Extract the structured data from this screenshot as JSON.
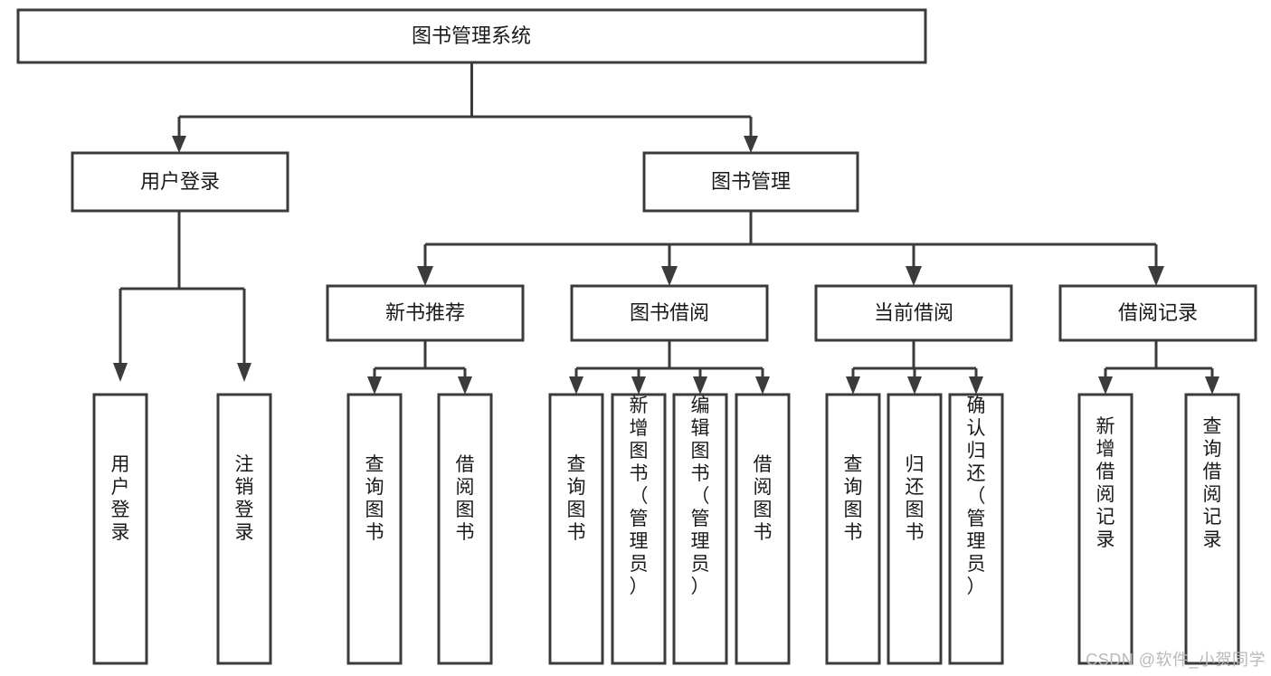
{
  "diagram": {
    "type": "tree-hierarchy",
    "title": "图书管理系统",
    "orientation": "top-down",
    "colors": {
      "box_stroke": "#3b3b3b",
      "box_fill": "#ffffff",
      "line": "#3b3b3b",
      "text": "#1a1a1a",
      "watermark": "#b9b9b9",
      "background": "#ffffff"
    },
    "root": {
      "id": "root",
      "label": "图书管理系统",
      "orientation": "horizontal"
    },
    "level2": [
      {
        "id": "user-login",
        "label": "用户登录",
        "orientation": "horizontal"
      },
      {
        "id": "book-manage",
        "label": "图书管理",
        "orientation": "horizontal"
      }
    ],
    "level3": [
      {
        "id": "new-book-recommend",
        "label": "新书推荐",
        "orientation": "horizontal",
        "parent": "book-manage"
      },
      {
        "id": "book-borrow",
        "label": "图书借阅",
        "orientation": "horizontal",
        "parent": "book-manage"
      },
      {
        "id": "current-borrow",
        "label": "当前借阅",
        "orientation": "horizontal",
        "parent": "book-manage"
      },
      {
        "id": "borrow-record",
        "label": "借阅记录",
        "orientation": "horizontal",
        "parent": "book-manage"
      }
    ],
    "leaves": [
      {
        "id": "leaf-user-login",
        "label": "用户登录",
        "orientation": "vertical",
        "parent": "user-login"
      },
      {
        "id": "leaf-logout-login",
        "label": "注销登录",
        "orientation": "vertical",
        "parent": "user-login"
      },
      {
        "id": "leaf-query-book-1",
        "label": "查询图书",
        "orientation": "vertical",
        "parent": "new-book-recommend"
      },
      {
        "id": "leaf-borrow-book-1",
        "label": "借阅图书",
        "orientation": "vertical",
        "parent": "new-book-recommend"
      },
      {
        "id": "leaf-query-book-2",
        "label": "查询图书",
        "orientation": "vertical",
        "parent": "book-borrow"
      },
      {
        "id": "leaf-add-book",
        "label": "新增图书（管理员）",
        "orientation": "vertical",
        "parent": "book-borrow"
      },
      {
        "id": "leaf-edit-book",
        "label": "编辑图书（管理员）",
        "orientation": "vertical",
        "parent": "book-borrow"
      },
      {
        "id": "leaf-borrow-book-2",
        "label": "借阅图书",
        "orientation": "vertical",
        "parent": "book-borrow"
      },
      {
        "id": "leaf-query-book-3",
        "label": "查询图书",
        "orientation": "vertical",
        "parent": "current-borrow"
      },
      {
        "id": "leaf-return-book",
        "label": "归还图书",
        "orientation": "vertical",
        "parent": "current-borrow"
      },
      {
        "id": "leaf-confirm-return",
        "label": "确认归还（管理员）",
        "orientation": "vertical",
        "parent": "current-borrow"
      },
      {
        "id": "leaf-add-record",
        "label": "新增借阅记录",
        "orientation": "vertical",
        "parent": "borrow-record"
      },
      {
        "id": "leaf-query-record",
        "label": "查询借阅记录",
        "orientation": "vertical",
        "parent": "borrow-record"
      }
    ]
  },
  "watermark": {
    "text": "CSDN @软件_小贺同学"
  }
}
